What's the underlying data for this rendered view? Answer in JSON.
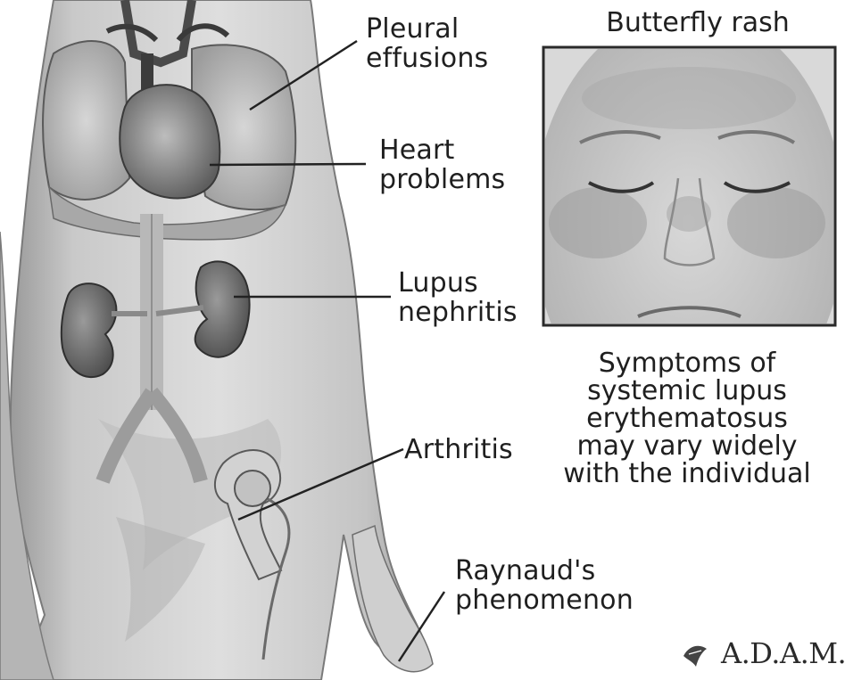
{
  "annotations": {
    "pleural_effusions": [
      "Pleural",
      "effusions"
    ],
    "heart_problems": [
      "Heart",
      "problems"
    ],
    "lupus_nephritis": [
      "Lupus",
      "nephritis"
    ],
    "arthritis": "Arthritis",
    "raynauds": [
      "Raynaud's",
      "phenomenon"
    ]
  },
  "inset": {
    "title": "Butterfly rash"
  },
  "caption": [
    "Symptoms of",
    "systemic lupus",
    "erythematosus",
    "may vary widely",
    "with the individual"
  ],
  "logo": {
    "text": "A.D.A.M."
  }
}
